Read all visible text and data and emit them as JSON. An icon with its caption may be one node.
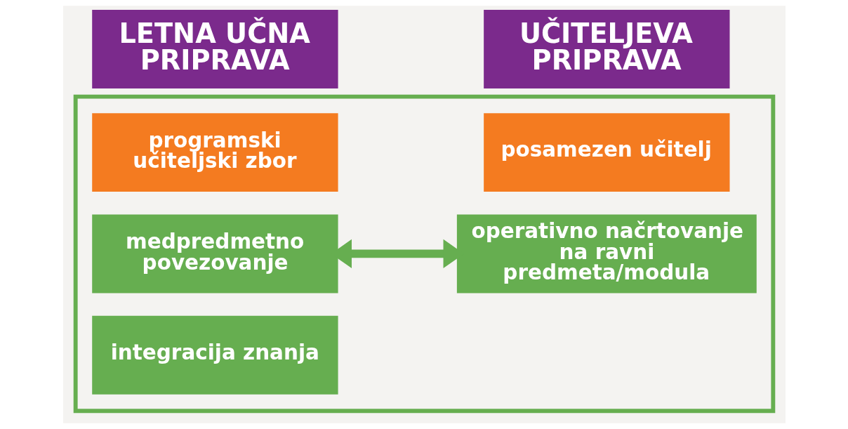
{
  "diagram": {
    "nodes": [
      {
        "text": [
          "LETNA UČNA PRIPRAVA"
        ]
      },
      {
        "text": [
          "UČITELJEVA PRIPRAVA"
        ]
      },
      {
        "text": [],
        "shape": "box"
      },
      {
        "text": [
          "programski učiteljski zbor"
        ],
        "in": 2
      },
      {
        "text": [
          "posamezen učitelj"
        ],
        "in": 2
      },
      {
        "text": [
          "medpredmetno povezovanje"
        ],
        "in": 2
      },
      {
        "text": [
          "operativno načrtovanje na ravni predmeta/modula"
        ],
        "in": 2
      },
      {
        "text": [
          "integracija znanja"
        ],
        "in": 2
      }
    ],
    "edges": [
      {
        "from": 5,
        "to": 6,
        "arrow": "both"
      }
    ]
  }
}
